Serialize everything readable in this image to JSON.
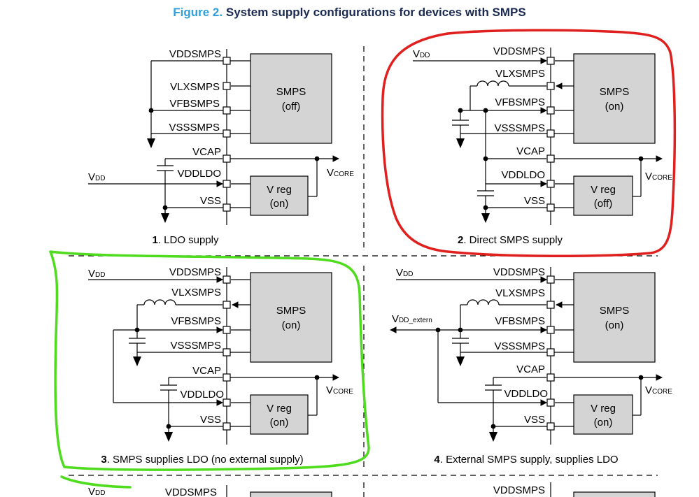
{
  "figure": {
    "title_lead": "Figure 2.",
    "title_rest": "System supply configurations for devices with SMPS"
  },
  "pins": {
    "vddsmps": "VDDSMPS",
    "vlxsmps": "VLXSMPS",
    "vfbsmps": "VFBSMPS",
    "vsssmps": "VSSSMPS",
    "vcap": "VCAP",
    "vddldo": "VDDLDO",
    "vss": "VSS"
  },
  "signals": {
    "v": "V",
    "dd_sub": "DD",
    "core_sub": "CORE",
    "dd_extern_sub": "DD_extern"
  },
  "panels": [
    {
      "num": "1",
      "caption": ". LDO supply",
      "smps_name": "SMPS",
      "smps_state": "(off)",
      "vreg_name": "V reg",
      "vreg_state": "(on)"
    },
    {
      "num": "2",
      "caption": ". Direct SMPS supply",
      "smps_name": "SMPS",
      "smps_state": "(on)",
      "vreg_name": "V reg",
      "vreg_state": "(off)"
    },
    {
      "num": "3",
      "caption": ". SMPS supplies LDO (no external supply)",
      "smps_name": "SMPS",
      "smps_state": "(on)",
      "vreg_name": "V reg",
      "vreg_state": "(on)"
    },
    {
      "num": "4",
      "caption": ". External SMPS supply, supplies LDO",
      "smps_name": "SMPS",
      "smps_state": "(on)",
      "vreg_name": "V reg",
      "vreg_state": "(on)"
    }
  ],
  "colors": {
    "title_lead": "#2fa0dc",
    "title_rest": "#1b2a52",
    "box_fill": "#d4d4d4",
    "red_highlight": "#e0201e",
    "green_highlight": "#4fdc1e"
  }
}
